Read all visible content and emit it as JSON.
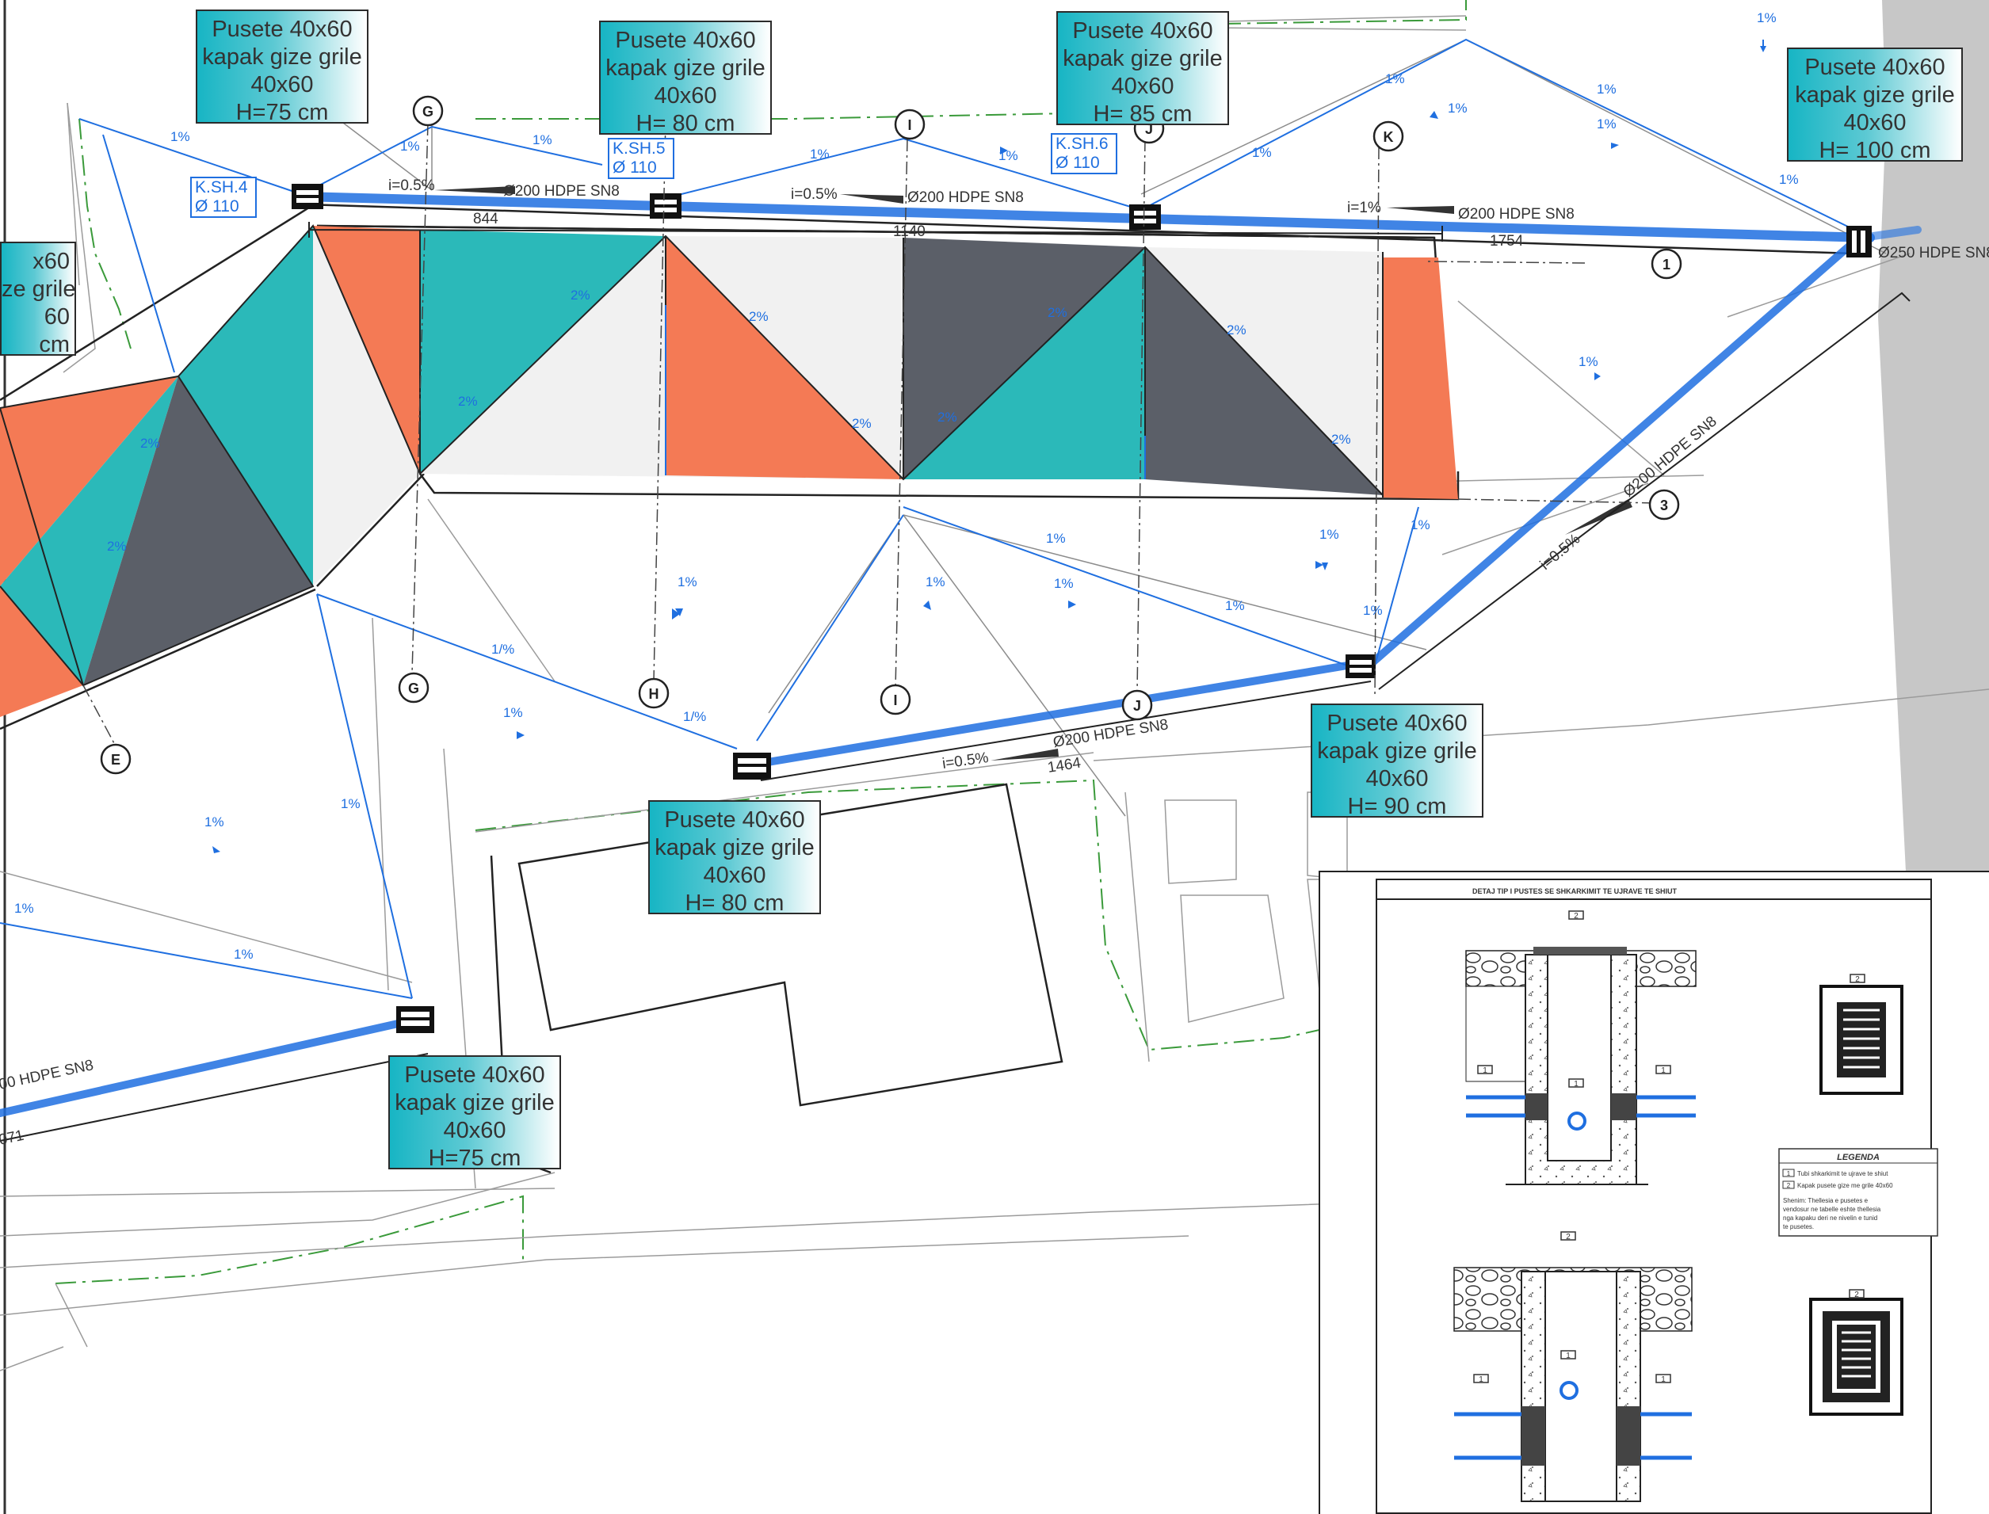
{
  "manholes": [
    {
      "line1": "Pusete 40x60",
      "line2": "kapak gize grile",
      "line3": "40x60",
      "depth": "H=75 cm"
    },
    {
      "line1": "Pusete 40x60",
      "line2": "kapak gize grile",
      "line3": "40x60",
      "depth": "H= 80 cm"
    },
    {
      "line1": "Pusete 40x60",
      "line2": "kapak gize grile",
      "line3": "40x60",
      "depth": "H= 85 cm"
    },
    {
      "line1": "Pusete 40x60",
      "line2": "kapak gize grile",
      "line3": "40x60",
      "depth": "H= 100 cm"
    },
    {
      "line1": "Pusete 40x60",
      "line2": "kapak gize grile",
      "line3": "40x60",
      "depth": "H= 80 cm"
    },
    {
      "line1": "Pusete 40x60",
      "line2": "kapak gize grile",
      "line3": "40x60",
      "depth": "H= 90 cm"
    },
    {
      "line1": "Pusete 40x60",
      "line2": "kapak gize grile",
      "line3": "40x60",
      "depth": "H=75 cm"
    },
    {
      "line1": "x60",
      "line2": "ze grile",
      "line3": "60",
      "depth": "cm"
    }
  ],
  "drain_labels": [
    {
      "code": "K.SH.4",
      "diameter": "Ø 110"
    },
    {
      "code": "K.SH.5",
      "diameter": "Ø 110"
    },
    {
      "code": "K.SH.6",
      "diameter": "Ø 110"
    }
  ],
  "pipes": {
    "p1": "Ø200 HDPE SN8",
    "p2": "Ø200 HDPE SN8",
    "p3": "Ø200 HDPE SN8",
    "p4": "Ø250 HDPE SN8",
    "p5": "Ø200 HDPE SN8",
    "p6": "Ø200 HDPE SN8",
    "p7": "00 HDPE SN8"
  },
  "slopes": {
    "s1": "i=0.5%",
    "s2": "i=0.5%",
    "s3": "i=1%",
    "s4": "i=0.5%",
    "s5": "i=0.5%"
  },
  "dimensions": {
    "d1": "844",
    "d2": "1140",
    "d3": "1754",
    "d4": "1464",
    "d5": "071"
  },
  "axis_markers": {
    "g_top": "G",
    "i_top": "I",
    "j_top": "J",
    "k_top": "K",
    "e": "E",
    "g_bottom": "G",
    "h_bottom": "H",
    "i_bottom": "I",
    "j_bottom": "J",
    "one": "1",
    "three": "3"
  },
  "flow_labels": {
    "one_percent": "1%",
    "two_percent": "2%",
    "one_percent_alt": "1/%"
  },
  "detail": {
    "title": "DETAJ TIP I PUSTES SE SHKARKIMIT TE UJRAVE TE SHIUT",
    "marker_1": "1",
    "marker_2": "2",
    "legend_title": "LEGENDA",
    "legend_item_1": "Tubi shkarkimit te ujrave te shiut",
    "legend_item_2": "Kapak pusete gize me grile 40x60",
    "note_1": "Shenim: Thellesia e pusetes e",
    "note_2": "vendosur ne tabelle eshte thellesia",
    "note_3": "nga kapaku deri ne nivelin e tunid",
    "note_4": "te pusetes."
  },
  "colors": {
    "pipe": "#1f6fe0",
    "teal": "#2bb9b9",
    "orange": "#f47a55",
    "dark": "#5b5f68",
    "light": "#efefef",
    "callout": "#17b5c4"
  }
}
